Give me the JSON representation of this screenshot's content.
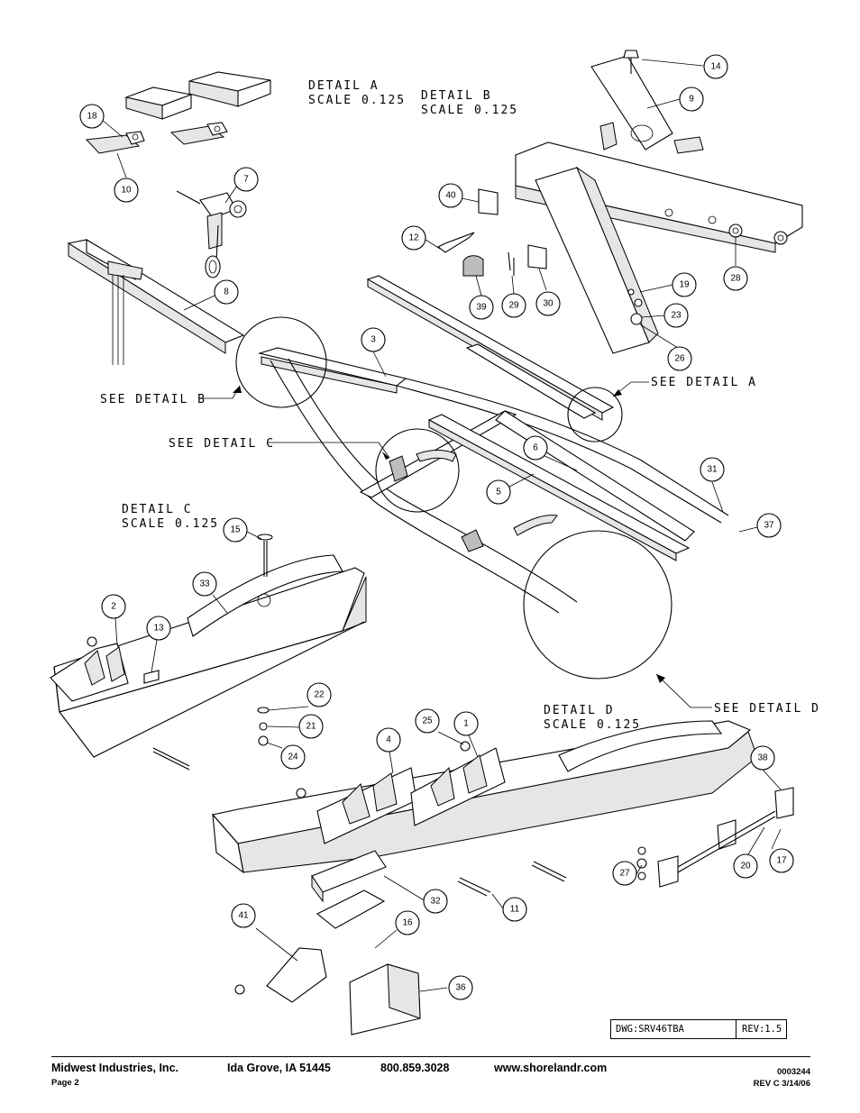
{
  "detail_labels": {
    "detail_a_title": "DETAIL  A",
    "detail_a_scale": "SCALE  0.125",
    "detail_b_title": "DETAIL  B",
    "detail_b_scale": "SCALE  0.125",
    "detail_c_title": "DETAIL  C",
    "detail_c_scale": "SCALE  0.125",
    "detail_d_title": "DETAIL  D",
    "detail_d_scale": "SCALE  0.125"
  },
  "see_labels": {
    "see_a": "SEE  DETAIL  A",
    "see_b": "SEE  DETAIL  B",
    "see_c": "SEE  DETAIL  C",
    "see_d": "SEE  DETAIL  D"
  },
  "callouts": [
    "14",
    "9",
    "18",
    "10",
    "7",
    "40",
    "12",
    "8",
    "39",
    "29",
    "30",
    "19",
    "23",
    "28",
    "26",
    "3",
    "6",
    "31",
    "37",
    "5",
    "15",
    "33",
    "2",
    "13",
    "22",
    "21",
    "24",
    "25",
    "1",
    "4",
    "38",
    "20",
    "17",
    "27",
    "11",
    "32",
    "41",
    "16",
    "36"
  ],
  "title_block": {
    "dwg": "DWG:SRV46TBA",
    "rev": "REV:1.5"
  },
  "footer": {
    "company": "Midwest Industries, Inc.",
    "city": "Ida Grove, IA  51445",
    "phone": "800.859.3028",
    "website": "www.shorelandr.com",
    "page": "Page 2",
    "doc_number": "0003244",
    "revision": "REV  C  3/14/06"
  }
}
